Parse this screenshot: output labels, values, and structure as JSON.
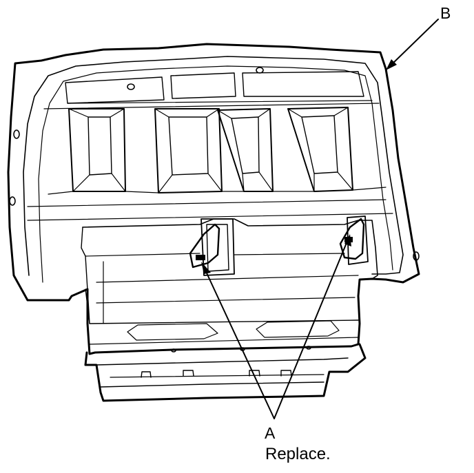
{
  "diagram": {
    "callout_b": "B",
    "callout_a": "A",
    "callout_a_note": "Replace."
  }
}
